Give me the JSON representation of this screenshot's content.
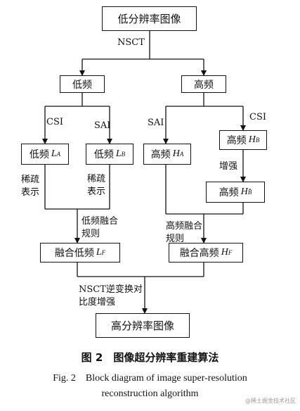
{
  "boxes": {
    "lowres": "低分辨率图像",
    "low": "低频",
    "high": "高频",
    "low_la": {
      "text": "低频",
      "var": "L",
      "sub": "A"
    },
    "low_lb": {
      "text": "低频",
      "var": "L",
      "sub": "B"
    },
    "high_ha": {
      "text": "高频",
      "var": "H",
      "sub": "A"
    },
    "high_hb": {
      "text": "高频",
      "var": "H",
      "sub": "B"
    },
    "high_hbhat": {
      "text": "高频",
      "var": "H",
      "sub": "B̂"
    },
    "fuse_low": {
      "text": "融合低频",
      "var": "L",
      "sub": "F"
    },
    "fuse_high": {
      "text": "融合高频",
      "var": "H",
      "sub": "F"
    },
    "highres": "高分辨率图像"
  },
  "labels": {
    "nsct": "NSCT",
    "csi_left": "CSI",
    "sai_left": "SAI",
    "sai_right": "SAI",
    "csi_right": "CSI",
    "enhance": "增强",
    "sparse_left": "稀疏表示",
    "sparse_right": "稀疏表示",
    "low_fusion_rule": "低频融合规则",
    "high_fusion_rule": "高频融合规则",
    "inverse_nsct": "NSCT逆变换对比度增强"
  },
  "caption": {
    "cn": "图 2　图像超分辨率重建算法",
    "en_line1": "Fig. 2　Block diagram of image super-resolution",
    "en_line2": "reconstruction algorithm"
  },
  "watermark": "@稀土掘金技术社区"
}
